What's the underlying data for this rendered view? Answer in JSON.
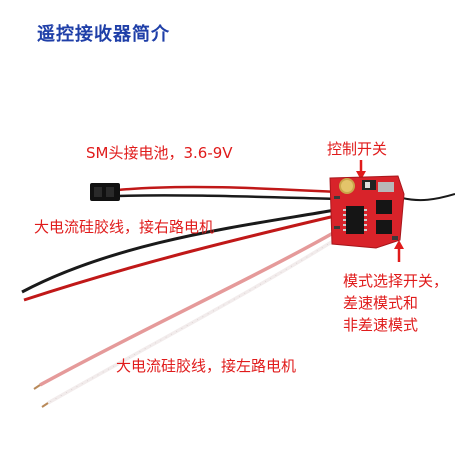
{
  "title": "遥控接收器简介",
  "labels": {
    "battery": "SM头接电池，3.6-9V",
    "control_switch": "控制开关",
    "right_wire": "大电流硅胶线，接右路电机",
    "mode_line1": "模式选择开关，",
    "mode_line2": "差速模式和",
    "mode_line3": "非差速模式",
    "left_wire": "大电流硅胶线，接左路电机"
  },
  "colors": {
    "title": "#1f3fa8",
    "annotation": "#e01b1b",
    "board": "#d8232a",
    "wire_red": "#c01818",
    "wire_black": "#1a1a1a",
    "wire_white": "#f2ecec",
    "wire_pink": "#e59a9a"
  }
}
